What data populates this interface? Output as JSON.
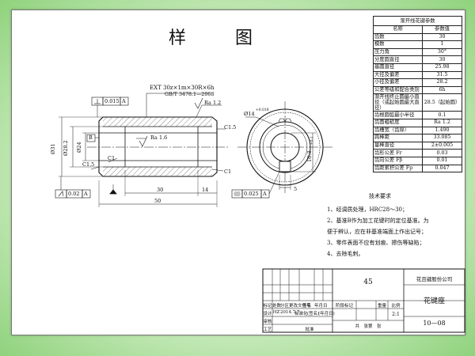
{
  "sheet_title": "样　图",
  "param_table": {
    "title": "渐开线花键参数",
    "header": [
      "名称",
      "参数值"
    ],
    "rows": [
      [
        "齿数",
        "30"
      ],
      [
        "模数",
        "1"
      ],
      [
        "压力角",
        "30°"
      ],
      [
        "分度圆直径",
        "30"
      ],
      [
        "基圆直径",
        "25.98"
      ],
      [
        "大径及偏差",
        "31.5"
      ],
      [
        "小径及偏差",
        "28.2"
      ],
      [
        "公差等级和配合类别",
        "6h"
      ],
      [
        "渐开线终止圆最小直径（或起始圆最大直径）",
        "28.5（起始圆）"
      ],
      [
        "齿根圆弧最小半径",
        "0.1"
      ],
      [
        "齿面粗糙度",
        "Ra 1.2"
      ],
      [
        "齿槽宽（齿厚）",
        "1.490"
      ],
      [
        "跨棒距",
        "33.085"
      ],
      [
        "量棒直径",
        "2±0.005"
      ],
      [
        "齿形公差 Fr",
        "0.03"
      ],
      [
        "齿向公差 Fβ",
        "0.01"
      ],
      [
        "齿距累积公差 Fp",
        "0.047"
      ]
    ]
  },
  "annotations": {
    "spline_spec": "EXT 30z×1m×30R×6h",
    "standard": "GB/T 3478.1—2008",
    "perp_tol": "0.015",
    "perp_datum": "A",
    "ra_top": "Ra 1.2",
    "ra_mid": "Ra 1.6",
    "chamfer_c15_right": "C1.5",
    "chamfer_c15_left": "C1.5",
    "chamfer_c1_left": "C1",
    "chamfer_c1_right": "C1",
    "dia_outer": "Ø31",
    "dia_pitch": "Ø28.2",
    "dia_bore": "Ø24",
    "datum_b": "B",
    "runout_tol": "0.02",
    "runout_datum": "A",
    "dim_30": "30",
    "dim_14": "14",
    "dim_50": "50",
    "key_width": "Ø14",
    "key_depth": "16.3",
    "sym_tol": "0.025",
    "sym_datum": "A",
    "key_dim": "5",
    "dim_sup1": "+0.018",
    "dim_sup2": "+0.1"
  },
  "tech_requirements": {
    "title": "技术要求",
    "items": [
      "1、经调质处理，HRC28～30；",
      "2、基准B作为加工花键时的定位基准。为",
      "便于辨认，应在非基准端面上作出记号；",
      "3、零件表面不应有划痕、擦伤等缺陷；",
      "4、去除毛刺。"
    ]
  },
  "title_block": {
    "material": "45",
    "company": "花且键股份公司",
    "part_name": "花键座",
    "drawing_no": "10—08",
    "scale": "2:1",
    "row_labels": [
      "标记",
      "处数",
      "分区",
      "更改文件号",
      "签名",
      "年月日"
    ],
    "row_values": [
      "设计",
      "HZ",
      "2014.7.7",
      "标准化",
      "(签名)",
      "(年月日)"
    ],
    "stage_label": "阶段标记",
    "weight_label": "重量",
    "scale_label": "比例",
    "review_label": "审核",
    "process_label": "工艺",
    "approve_label": "批准",
    "sheets_label": "共　张第　张"
  }
}
